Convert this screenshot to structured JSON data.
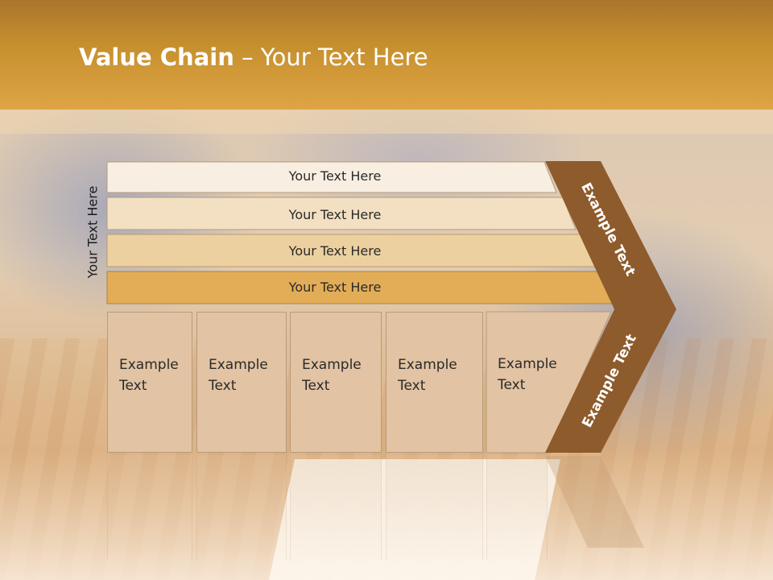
{
  "title": {
    "bold": "Value Chain",
    "rest": " – Your Text Here"
  },
  "side_label": "Your Text Here",
  "bars": [
    {
      "label": "Your Text Here",
      "color": "#f8efe2"
    },
    {
      "label": "Your Text Here",
      "color": "#f3dfc2"
    },
    {
      "label": "Your Text Here",
      "color": "#edd09f"
    },
    {
      "label": "Your Text Here",
      "color": "#e3ad57"
    }
  ],
  "boxes": [
    {
      "line1": "Example",
      "line2": "Text"
    },
    {
      "line1": "Example",
      "line2": "Text"
    },
    {
      "line1": "Example",
      "line2": "Text"
    },
    {
      "line1": "Example",
      "line2": "Text"
    },
    {
      "line1": "Example",
      "line2": "Text"
    }
  ],
  "chevron": {
    "upper_text": "Example Text",
    "lower_text": "Example Text",
    "color": "#8e5b2c"
  },
  "colors": {
    "header": "#d09a3c",
    "box": "#e2c3a3"
  }
}
